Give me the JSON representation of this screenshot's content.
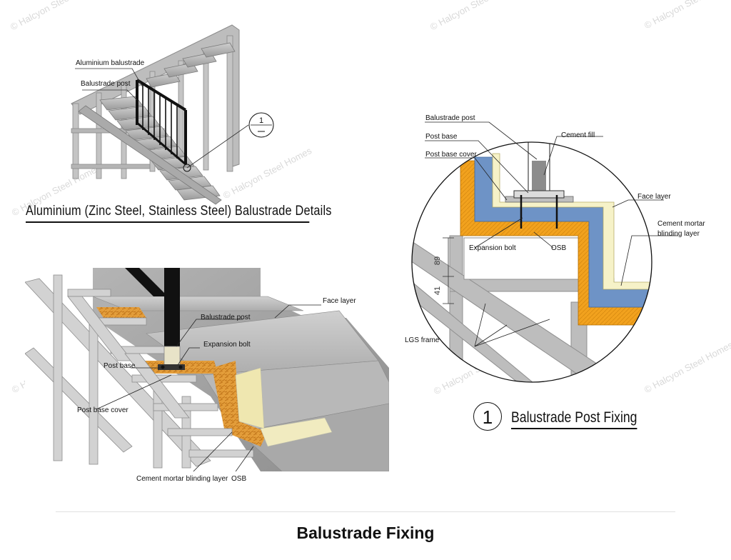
{
  "footer": {
    "title": "Balustrade Fixing"
  },
  "top_left": {
    "heading": "Aluminium (Zinc Steel, Stainless Steel) Balustrade Details",
    "callouts": {
      "balustrade": "Aluminium balustrade",
      "post": "Balustrade post"
    },
    "detail_ref": "1"
  },
  "bottom_left": {
    "callouts": {
      "face_layer": "Face layer",
      "balustrade_post": "Balustrade post",
      "expansion_bolt": "Expansion bolt",
      "post_base": "Post base",
      "post_base_cover": "Post base cover",
      "cement_mortar": "Cement mortar blinding layer",
      "osb": "OSB"
    }
  },
  "detail": {
    "caption": "Balustrade Post Fixing",
    "marker": "1",
    "callouts": {
      "balustrade_post": "Balustrade post",
      "post_base": "Post base",
      "post_base_cover": "Post base cover",
      "cement_fill": "Cement fill",
      "face_layer": "Face layer",
      "cement_mortar_1": "Cement mortar",
      "cement_mortar_2": "blinding layer",
      "expansion_bolt": "Expansion bolt",
      "osb": "OSB",
      "lgs_frame": "LGS frame"
    },
    "dimensions": {
      "d1": "89",
      "d2": "41"
    }
  },
  "watermark": "© Halcyon Steel Homes",
  "colors": {
    "steel": "#c9c9c9",
    "osb": "#f0a31e",
    "blue_insulation": "#6e93c6",
    "face_cream": "#f6f2c8",
    "stone": "#a7a7a7",
    "post_black": "#111111"
  }
}
